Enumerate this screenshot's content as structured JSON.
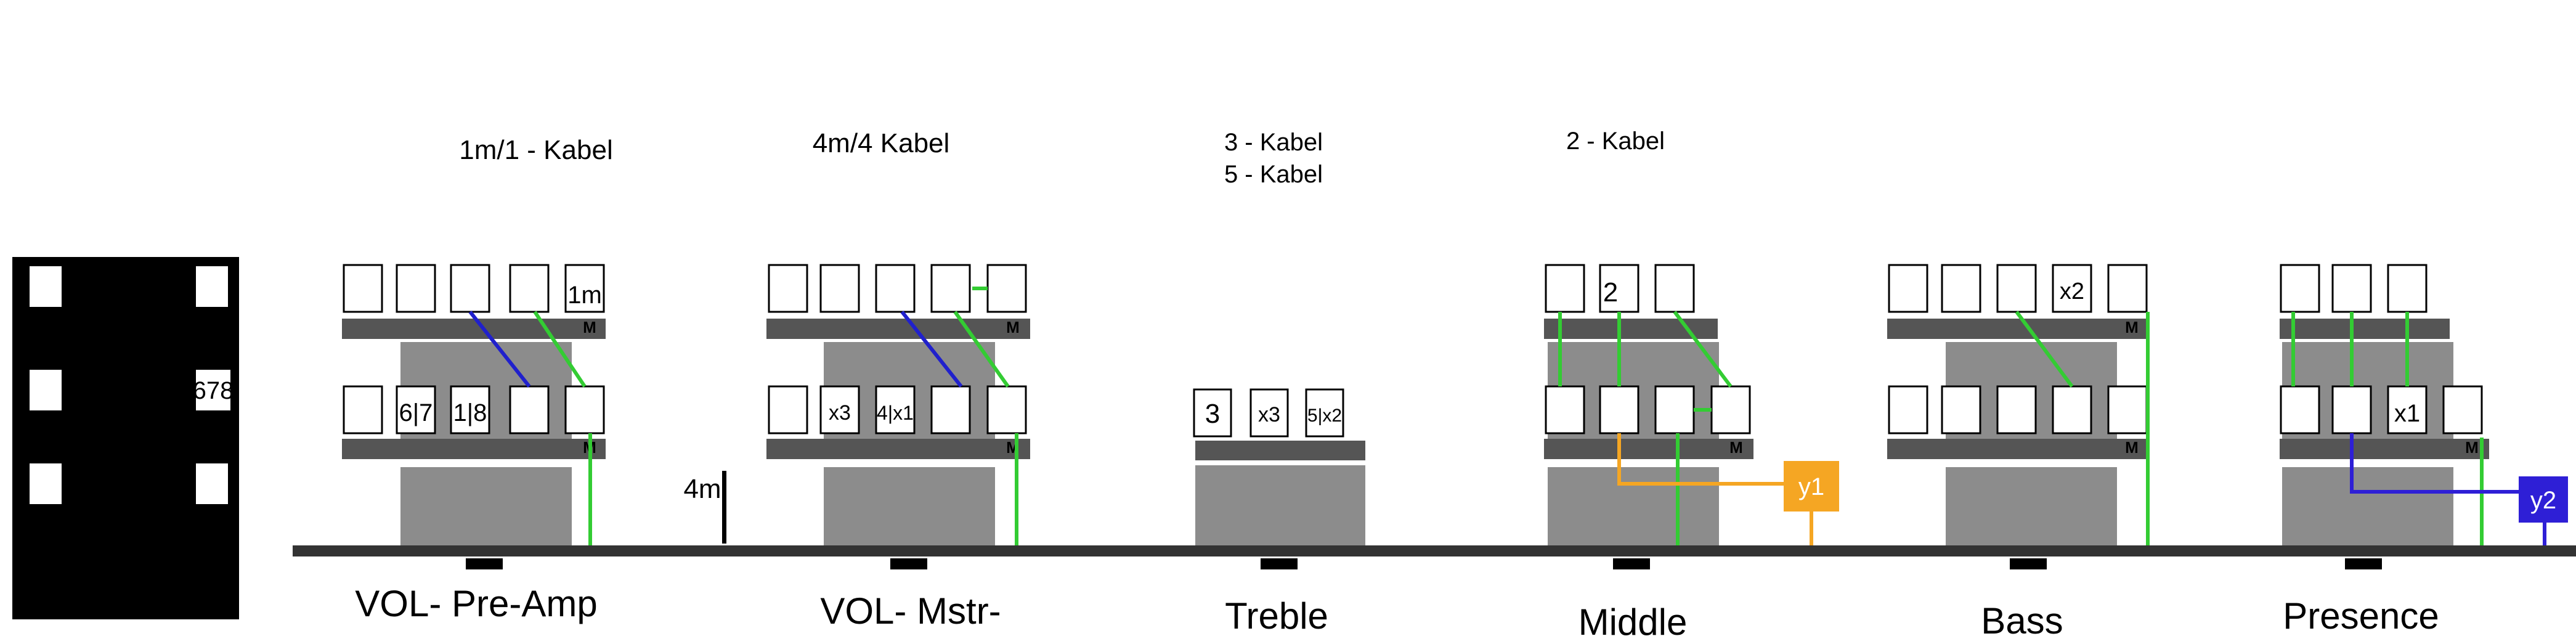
{
  "cable_notes": {
    "pre_amp": "1m/1 - Kabel",
    "master": "4m/4 Kabel",
    "treble_a": "3 - Kabel",
    "treble_b": "5 - Kabel",
    "middle": "2 - Kabel"
  },
  "scale_label": "4m",
  "left_panel": {
    "jack_label": "678"
  },
  "modules": [
    {
      "name": "VOL- Pre-Amp",
      "brand": "M",
      "top_boxes": [
        "",
        "",
        "",
        "",
        "1m"
      ],
      "bottom_boxes": [
        "",
        "6|7",
        "1|8",
        "",
        ""
      ]
    },
    {
      "name": "VOL- Mstr-",
      "brand": "M",
      "top_boxes": [
        "",
        "",
        "",
        "",
        ""
      ],
      "bottom_boxes": [
        "",
        "x3",
        "4|x1",
        "",
        ""
      ]
    },
    {
      "name": "Treble",
      "brand": "",
      "top_boxes": [],
      "bottom_boxes": [
        "3",
        "x3",
        "5|x2"
      ]
    },
    {
      "name": "Middle",
      "brand": "M",
      "top_boxes": [
        "",
        "2",
        ""
      ],
      "bottom_boxes": [
        "",
        "",
        "",
        ""
      ]
    },
    {
      "name": "Bass",
      "brand": "M",
      "top_boxes": [
        "",
        "",
        "",
        "x2",
        ""
      ],
      "bottom_boxes": [
        "",
        "",
        "",
        "",
        ""
      ]
    },
    {
      "name": "Presence",
      "brand": "M",
      "top_boxes": [
        "",
        "",
        ""
      ],
      "bottom_boxes": [
        "",
        "",
        "x1",
        ""
      ]
    }
  ],
  "tags": [
    {
      "label": "y1",
      "color": "#F5A623"
    },
    {
      "label": "y2",
      "color": "#2E1FD6"
    }
  ],
  "colors": {
    "green_wire": "#33CC33",
    "blue_wire": "#2020CC",
    "orange_wire": "#F5A623",
    "purple_wire": "#2E1FD6",
    "dark_bar": "#555555",
    "grey_block": "#8C8C8C",
    "base_line": "#333333"
  }
}
